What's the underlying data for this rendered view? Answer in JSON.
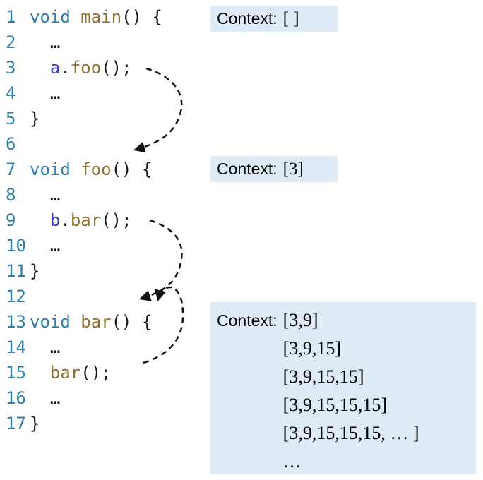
{
  "colors": {
    "context_box_bg": "#DEEBF7",
    "keyword_and_line_numbers": "#2E7EA8",
    "function_name": "#8D7232",
    "object_name": "#3939CF",
    "punctuation": "#1A1A22",
    "arrow": "#111111",
    "context_text": "#000000"
  },
  "code": {
    "lines": [
      {
        "n": "1",
        "tokens": [
          [
            "kw",
            "void"
          ],
          [
            "pl",
            " "
          ],
          [
            "fn",
            "main"
          ],
          [
            "pl",
            "() {"
          ]
        ]
      },
      {
        "n": "2",
        "tokens": [
          [
            "pl",
            "  …"
          ]
        ]
      },
      {
        "n": "3",
        "tokens": [
          [
            "pl",
            "  "
          ],
          [
            "obj",
            "a"
          ],
          [
            "pl",
            "."
          ],
          [
            "fn",
            "foo"
          ],
          [
            "pl",
            "();"
          ]
        ]
      },
      {
        "n": "4",
        "tokens": [
          [
            "pl",
            "  …"
          ]
        ]
      },
      {
        "n": "5",
        "tokens": [
          [
            "pl",
            "}"
          ]
        ]
      },
      {
        "n": "6",
        "tokens": []
      },
      {
        "n": "7",
        "tokens": [
          [
            "kw",
            "void"
          ],
          [
            "pl",
            " "
          ],
          [
            "fn",
            "foo"
          ],
          [
            "pl",
            "() {"
          ]
        ]
      },
      {
        "n": "8",
        "tokens": [
          [
            "pl",
            "  …"
          ]
        ]
      },
      {
        "n": "9",
        "tokens": [
          [
            "pl",
            "  "
          ],
          [
            "obj",
            "b"
          ],
          [
            "pl",
            "."
          ],
          [
            "fn",
            "bar"
          ],
          [
            "pl",
            "();"
          ]
        ]
      },
      {
        "n": "10",
        "tokens": [
          [
            "pl",
            "  …"
          ]
        ]
      },
      {
        "n": "11",
        "tokens": [
          [
            "pl",
            "}"
          ]
        ]
      },
      {
        "n": "12",
        "tokens": []
      },
      {
        "n": "13",
        "tokens": [
          [
            "kw",
            "void"
          ],
          [
            "pl",
            " "
          ],
          [
            "fn",
            "bar"
          ],
          [
            "pl",
            "() {"
          ]
        ]
      },
      {
        "n": "14",
        "tokens": [
          [
            "pl",
            "  …"
          ]
        ]
      },
      {
        "n": "15",
        "tokens": [
          [
            "pl",
            "  "
          ],
          [
            "fn",
            "bar"
          ],
          [
            "pl",
            "();"
          ]
        ]
      },
      {
        "n": "16",
        "tokens": [
          [
            "pl",
            "  …"
          ]
        ]
      },
      {
        "n": "17",
        "tokens": [
          [
            "pl",
            "}"
          ]
        ]
      }
    ]
  },
  "contexts": {
    "main": {
      "label": "Context:",
      "value": "[ ]"
    },
    "foo": {
      "label": "Context:",
      "value": "[3]"
    },
    "bar": {
      "label": "Context:",
      "values": [
        "[3,9]",
        "[3,9,15]",
        "[3,9,15,15]",
        "[3,9,15,15,15]",
        "[3,9,15,15,15, … ]",
        "…"
      ]
    }
  }
}
